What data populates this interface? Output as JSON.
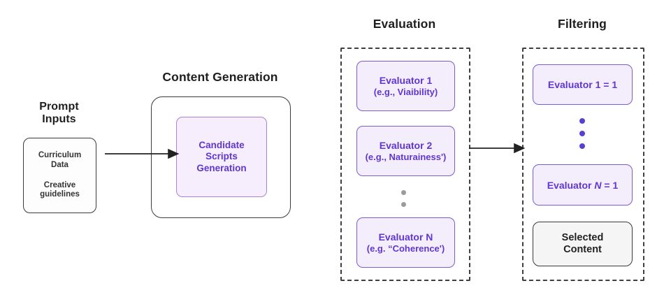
{
  "colors": {
    "accent_purple_text": "#6036d1",
    "purple_box_border": "#7d5cd1",
    "purple_box_fill": "#f4eefc",
    "candidate_border": "#ab80d8",
    "candidate_fill": "#f6eefc",
    "gray_dot": "#9b9b9b",
    "purple_dot": "#5b3fd4",
    "outline_dark": "#3a3a3a",
    "arrow": "#222222"
  },
  "prompt_inputs": {
    "title_line1": "Prompt",
    "title_line2": "Inputs",
    "item1_line1": "Curriculum",
    "item1_line2": "Data",
    "item2_line1": "Creative",
    "item2_line2": "guidelines"
  },
  "content_generation": {
    "title": "Content Generation",
    "candidate_line1": "Candidate",
    "candidate_line2": "Scripts",
    "candidate_line3": "Generation"
  },
  "evaluation": {
    "title": "Evaluation",
    "evaluators": [
      {
        "name": "Evaluator 1",
        "example": "(e.g., Viaibility)"
      },
      {
        "name": "Evaluator 2",
        "example": "(e.g., Naturainess')"
      },
      {
        "name": "Evaluator N",
        "example": "(e.g. “Coherence')"
      }
    ]
  },
  "filtering": {
    "title": "Filtering",
    "rule1": "Evaluator 1 = 1",
    "rule_n_prefix": "Evaluator ",
    "rule_n_var": "N",
    "rule_n_suffix": " = 1",
    "selected_line1": "Selected",
    "selected_line2": "Content"
  }
}
